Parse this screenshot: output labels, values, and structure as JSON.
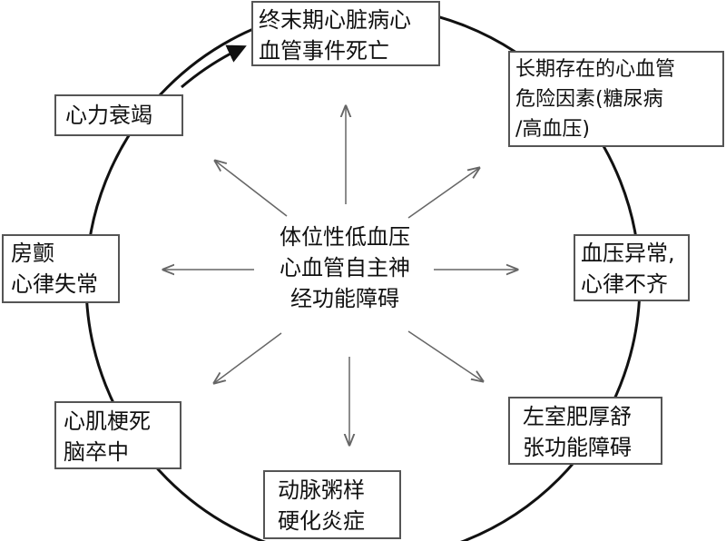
{
  "center": {
    "lines": [
      "体位性低血压",
      "心血管自主神",
      "经功能障碍"
    ]
  },
  "nodes": [
    {
      "id": "top",
      "lines": [
        "终末期心脏病心",
        "血管事件死亡"
      ]
    },
    {
      "id": "upper-right",
      "lines": [
        "长期存在的心血管",
        "危险因素(糖尿病",
        "/高血压)"
      ]
    },
    {
      "id": "right",
      "lines": [
        "血压异常,",
        "心律不齐"
      ]
    },
    {
      "id": "lower-right",
      "lines": [
        "左室肥厚舒",
        "张功能障碍"
      ]
    },
    {
      "id": "bottom",
      "lines": [
        "动脉粥样",
        "硬化炎症"
      ]
    },
    {
      "id": "lower-left",
      "lines": [
        "心肌梗死",
        "脑卒中"
      ]
    },
    {
      "id": "left",
      "lines": [
        "房颤",
        "心律失常"
      ]
    },
    {
      "id": "upper-left",
      "lines": [
        "心力衰竭"
      ]
    }
  ],
  "colors": {
    "line": "#111111",
    "arrow": "#666666",
    "box_border": "#555555"
  }
}
